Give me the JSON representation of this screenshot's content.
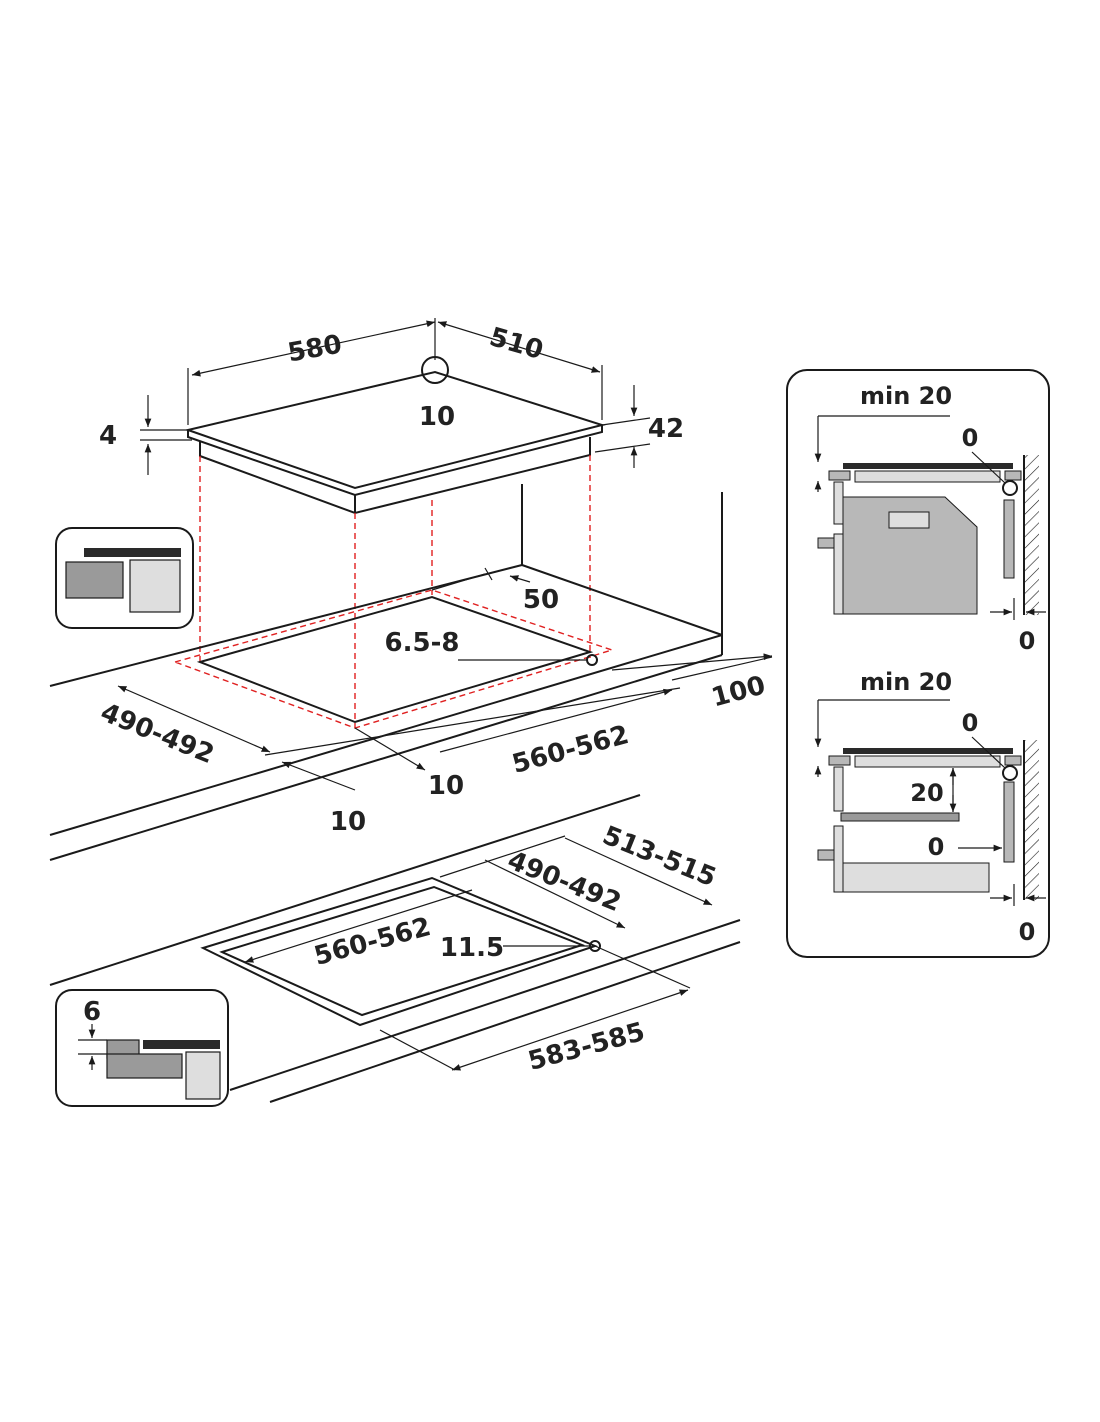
{
  "colors": {
    "stroke": "#1a1a1a",
    "guide": "#e02020",
    "panel_fill": "#ffffff",
    "gray_dark": "#9a9a9a",
    "gray_mid": "#b8b8b8",
    "gray_light": "#dedede"
  },
  "hob": {
    "width": "580",
    "depth": "510",
    "corner_radius": "10",
    "glass_thickness": "4",
    "height": "42"
  },
  "cutout": {
    "depth": "490-492",
    "width": "560-562",
    "rear_clearance": "50",
    "corner_radius": "6.5-8",
    "side_offset_a": "10",
    "side_offset_b": "10",
    "min_wall": "100"
  },
  "flush": {
    "outer_depth": "513-515",
    "inner_depth": "490-492",
    "inner_width": "560-562",
    "corner_radius": "11.5",
    "outer_width": "583-585"
  },
  "inset_flush": {
    "step": "6"
  },
  "side_panel": {
    "top": {
      "min": "min 20",
      "gap": "0",
      "wall": "0"
    },
    "bottom": {
      "min": "min 20",
      "gap": "0",
      "shelf": "20",
      "shelf_gap": "0",
      "wall": "0"
    }
  }
}
